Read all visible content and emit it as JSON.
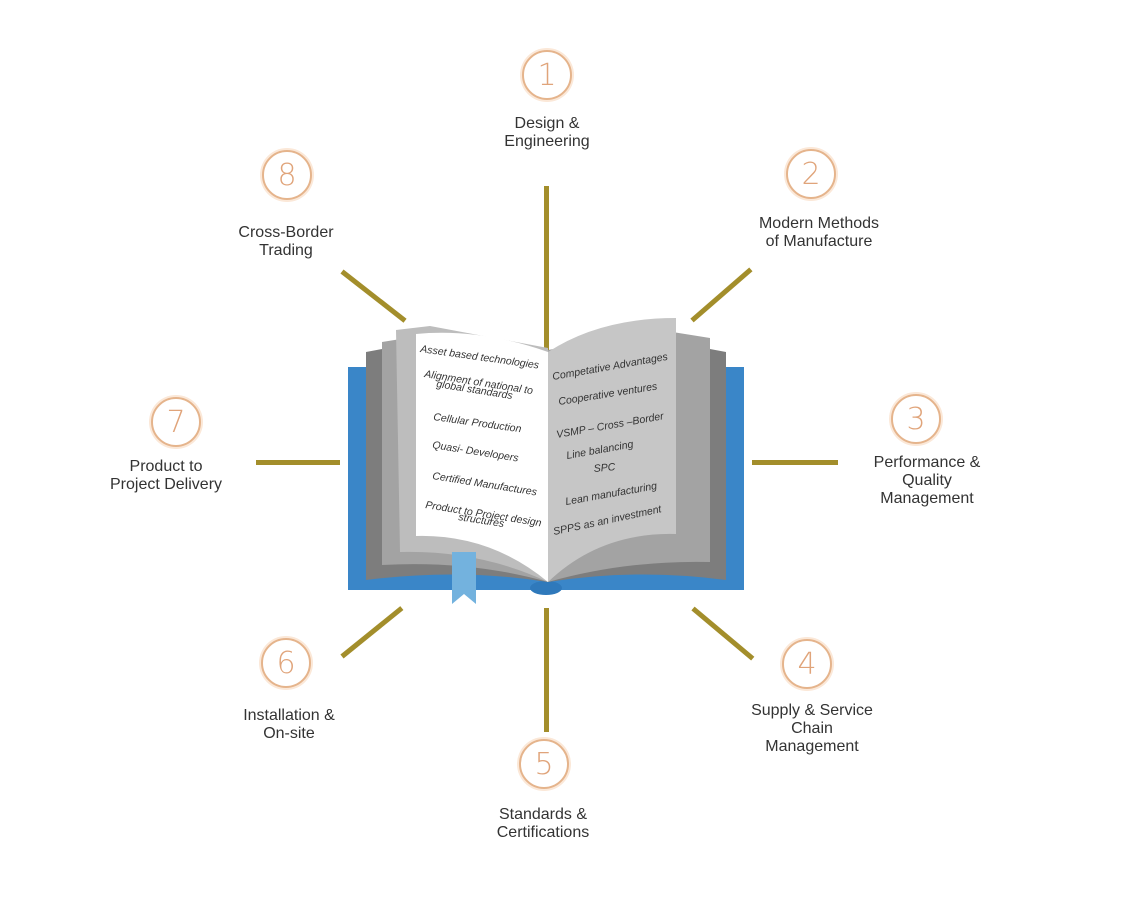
{
  "colors": {
    "ray": "#a38e2b",
    "badge_ring": "#e5b48c",
    "book_cover": "#3a86c8",
    "bookmark": "#73b2de",
    "label_text": "#333333"
  },
  "items": [
    {
      "num": "1",
      "label": "Design &\nEngineering"
    },
    {
      "num": "2",
      "label": "Modern Methods\nof Manufacture"
    },
    {
      "num": "3",
      "label": "Performance &\nQuality\nManagement"
    },
    {
      "num": "4",
      "label": "Supply & Service\nChain\nManagement"
    },
    {
      "num": "5",
      "label": "Standards &\nCertifications"
    },
    {
      "num": "6",
      "label": "Installation &\nOn-site"
    },
    {
      "num": "7",
      "label": "Product to\nProject Delivery"
    },
    {
      "num": "8",
      "label": "Cross-Border\nTrading"
    }
  ],
  "book": {
    "left_page": [
      "Asset based technologies",
      "Alignment of national to",
      "global standards",
      "Cellular Production",
      "Quasi- Developers",
      "Certified Manufactures",
      "Product to Project design",
      "structures"
    ],
    "right_page": [
      "Competative Advantages",
      "Cooperative ventures",
      "VSMP – Cross –Border",
      "Line balancing",
      "SPC",
      "Lean manufacturing",
      "SPPS as an investment"
    ]
  }
}
